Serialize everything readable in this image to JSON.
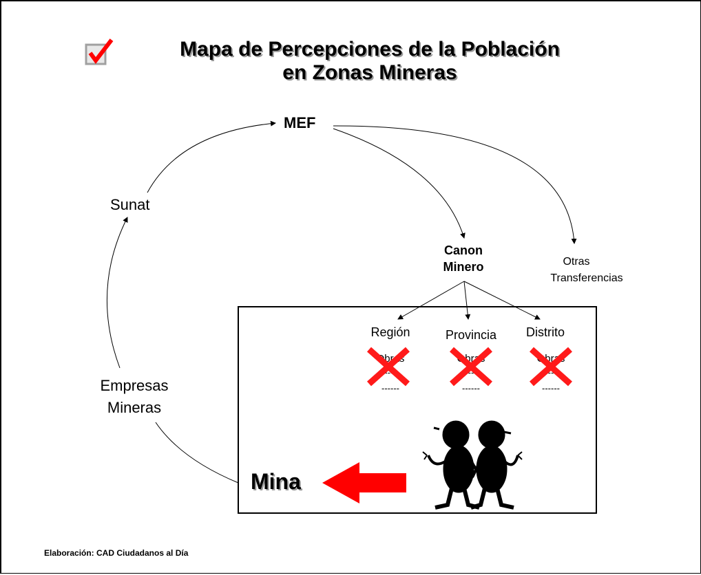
{
  "title": {
    "line1": "Mapa de Percepciones de la Población",
    "line2": "en Zonas Mineras"
  },
  "nodes": {
    "mef": "MEF",
    "sunat": "Sunat",
    "empresas_line1": "Empresas",
    "empresas_line2": "Mineras",
    "canon_line1": "Canon",
    "canon_line2": "Minero",
    "otras_line1": "Otras",
    "otras_line2": "Transferencias",
    "mina": "Mina"
  },
  "levels": [
    {
      "name": "Región",
      "item": "Obras",
      "dashes1": "----",
      "dashes2": "------"
    },
    {
      "name": "Provincia",
      "item": "Obras",
      "dashes1": "----",
      "dashes2": "------"
    },
    {
      "name": "Distrito",
      "item": "Obras",
      "dashes1": "----",
      "dashes2": "------"
    }
  ],
  "footer": "Elaboración: CAD Ciudadanos al Día",
  "colors": {
    "cross": "#ff1a1a",
    "arrow": "#ff0000",
    "check": "#ff0000",
    "box_gray": "#a0a0a0"
  },
  "icons": [
    "checkbox-checked-icon",
    "red-cross-icon",
    "people-silhouette-icon",
    "left-arrow-icon"
  ]
}
